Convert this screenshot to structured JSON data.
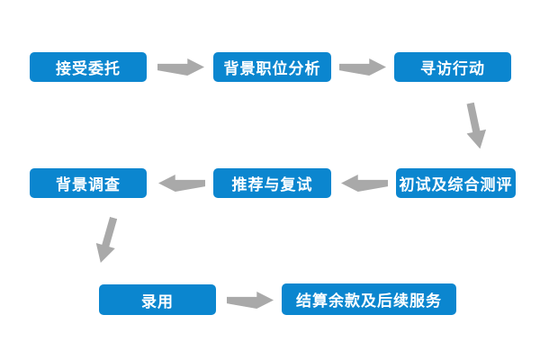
{
  "flow": {
    "title": "recruitment-process-flowchart",
    "nodes": [
      {
        "label": "接受委托"
      },
      {
        "label": "背景职位分析"
      },
      {
        "label": "寻访行动"
      },
      {
        "label": "初试及综合测评"
      },
      {
        "label": "推荐与复试"
      },
      {
        "label": "背景调查"
      },
      {
        "label": "录用"
      },
      {
        "label": "结算余款及后续服务"
      }
    ],
    "connections": [
      {
        "from": "接受委托",
        "to": "背景职位分析",
        "direction": "right"
      },
      {
        "from": "背景职位分析",
        "to": "寻访行动",
        "direction": "right"
      },
      {
        "from": "寻访行动",
        "to": "初试及综合测评",
        "direction": "down"
      },
      {
        "from": "初试及综合测评",
        "to": "推荐与复试",
        "direction": "left"
      },
      {
        "from": "推荐与复试",
        "to": "背景调查",
        "direction": "left"
      },
      {
        "from": "背景调查",
        "to": "录用",
        "direction": "down"
      },
      {
        "from": "录用",
        "to": "结算余款及后续服务",
        "direction": "right"
      }
    ],
    "colors": {
      "node_fill": "#0b86cf",
      "node_text": "#ffffff",
      "arrow": "#a9a9a9",
      "background": "#ffffff"
    }
  }
}
